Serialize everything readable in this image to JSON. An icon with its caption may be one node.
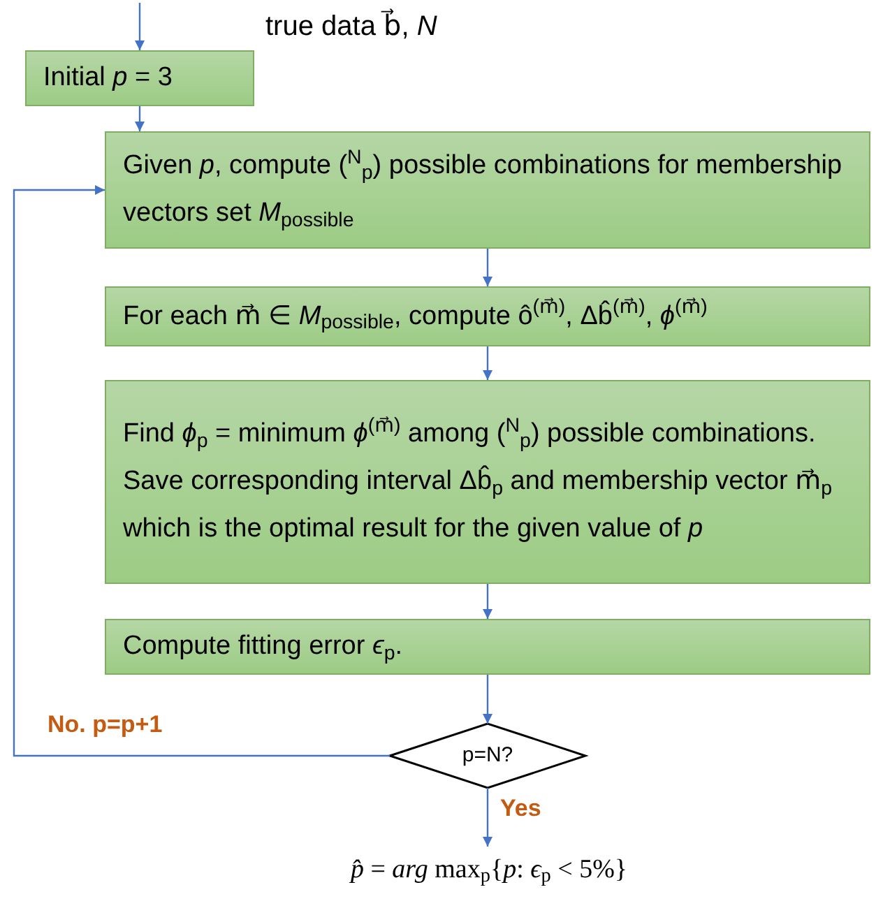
{
  "diagram": {
    "nodes": [
      {
        "text": [
          "Initial *p* = 3"
        ]
      },
      {
        "text": [
          "Given *p*, compute ($^{N}$$_{p}$) possible combinations for membership vectors set *M*$_{possible}$"
        ]
      },
      {
        "text": [
          "For each m⃗ ∈ *M*$_{possible}$, compute ô$^{(m⃗)}$, Δb̂$^{(m⃗)}$, *ϕ*$^{(m⃗)}$"
        ]
      },
      {
        "text": [
          "Find *ϕ*$_{p}$ = minimum *ϕ*$^{(m⃗)}$ among ($^{N}$$_{p}$) possible combinations. Save corresponding interval Δb̂$_{p}$ and membership vector m⃗$_{p}$ which is the optimal result for the given value of *p*"
        ]
      },
      {
        "text": [
          "Compute fitting error *ϵ*$_{p}$."
        ]
      },
      {
        "text": [
          "p=N?"
        ]
      },
      {
        "text": [
          "*p̂* = *arg* max$_{p}${*p*: *ϵ*$_{p}$ < 5%}"
        ]
      }
    ],
    "edges": [
      {
        "from": null,
        "to": 0,
        "arrow": "to",
        "label": "true data b⃗, *N*"
      },
      {
        "from": 0,
        "to": 1,
        "arrow": "to"
      },
      {
        "from": 1,
        "to": 2,
        "arrow": "to"
      },
      {
        "from": 2,
        "to": 3,
        "arrow": "to"
      },
      {
        "from": 3,
        "to": 4,
        "arrow": "to"
      },
      {
        "from": 4,
        "to": 5,
        "arrow": "to"
      },
      {
        "from": 5,
        "to": 1,
        "arrow": "to",
        "label": "No. p=p+1"
      },
      {
        "from": 5,
        "to": 6,
        "arrow": "to",
        "label": "Yes"
      }
    ]
  }
}
